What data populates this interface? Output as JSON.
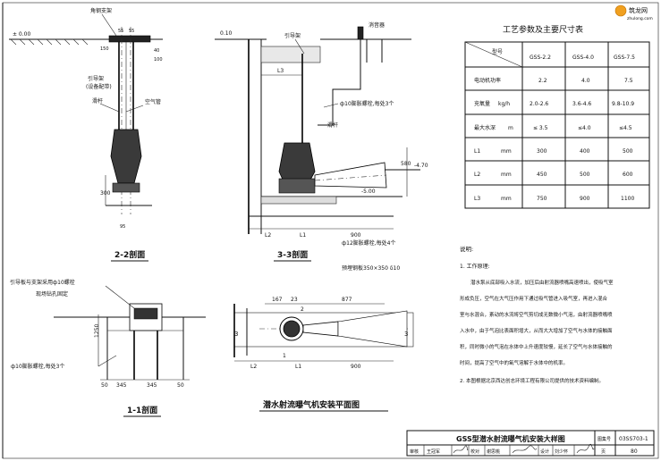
{
  "watermark": {
    "name": "筑龙网",
    "url": "zhulong.com"
  },
  "params_table": {
    "title": "工艺参数及主要尺寸表",
    "corner_label": "型号",
    "models": [
      "GSS-2.2",
      "GSS-4.0",
      "GSS-7.5"
    ],
    "rows": [
      {
        "label": "电动机功率",
        "unit": "",
        "values": [
          "2.2",
          "4.0",
          "7.5"
        ]
      },
      {
        "label": "充氧量",
        "unit": "kg/h",
        "values": [
          "2.0-2.6",
          "3.6-4.6",
          "9.8-10.9"
        ]
      },
      {
        "label": "最大水深",
        "unit": "m",
        "values": [
          "≤ 3.5",
          "≤4.0",
          "≤4.5"
        ]
      },
      {
        "label": "L1",
        "unit": "mm",
        "values": [
          "300",
          "400",
          "500"
        ]
      },
      {
        "label": "L2",
        "unit": "mm",
        "values": [
          "450",
          "500",
          "600"
        ]
      },
      {
        "label": "L3",
        "unit": "mm",
        "values": [
          "750",
          "900",
          "1100"
        ]
      }
    ]
  },
  "notes": {
    "heading": "说明:",
    "item1_title": "1. 工作原理:",
    "item1_lines": [
      "潜水泵从底部吸入水流，加压后由射流器喷嘴高速喷出，使吸气室",
      "形成负压，空气在大气压作用下通过吸气管进入吸气室，再进入混合",
      "室与水混合，紊动的水流将空气剪切成无数微小气泡，由射流器喷嘴喷",
      "入水中，由于气泡比表面积增大，从而大大增加了空气与水体的接触面",
      "积，同时微小的气泡在水体中上升速度较慢，延长了空气与水体接触的",
      "时间，提高了空气中的氧气溶解于水体中的机率。"
    ],
    "item2": "2. 本图根据北京西达创志环境工程有限公司提供的技术资料编制。"
  },
  "section_22": {
    "title": "2-2剖面",
    "label_angle": "角钢支架",
    "label_guide": "引导架",
    "label_guide_sub": "(设备配带)",
    "label_rail": "滑杆",
    "label_airpipe": "空气管",
    "elev": "± 0.00",
    "dim_55a": "55",
    "dim_55b": "55",
    "dim_150": "150",
    "dim_40": "40",
    "dim_100": "100",
    "dim_300": "300",
    "dim_95": "95"
  },
  "section_33": {
    "title": "3-3剖面",
    "elev_top": "0.10",
    "label_muffler": "消音器",
    "label_guide": "引导架",
    "label_bolt_top": "ф10膨胀螺栓,每处3个",
    "label_rail": "滑杆",
    "dim_L3": "L3",
    "dim_L1": "L1",
    "dim_L2": "L2",
    "dim_900": "900",
    "dim_580": "580",
    "elev_470": "-4.70",
    "elev_500": "-5.00",
    "label_bolt_base": "ф12膨胀螺栓,每处4个",
    "label_plate": "预埋钢板350×350 δ10"
  },
  "section_11": {
    "title": "1-1剖面",
    "label_guide_plate": "引导板与支架采用ф10螺栓",
    "label_guide_plate2": "现场钻孔固定",
    "label_bolt": "ф10膨胀螺栓,每处3个",
    "dim_1250": "1250",
    "dim_50a": "50",
    "dim_345a": "345",
    "dim_345b": "345",
    "dim_50b": "50"
  },
  "plan": {
    "title": "潜水射流曝气机安装平面图",
    "dim_167": "167",
    "dim_23": "23",
    "dim_877": "877",
    "dim_L2": "L2",
    "dim_L1": "L1",
    "dim_900": "900",
    "mark_1": "1",
    "mark_2": "2",
    "mark_3": "3"
  },
  "title_block": {
    "title": "GSS型潜水射流曝气机安装大样图",
    "label_atlas": "图集号",
    "atlas_no": "03SS703-1",
    "label_review": "审核",
    "reviewer": "王冠军",
    "label_check": "校对",
    "checker": "谢思桃",
    "label_design": "设计",
    "designer": "刘少怀",
    "label_page": "页",
    "page": "80"
  }
}
